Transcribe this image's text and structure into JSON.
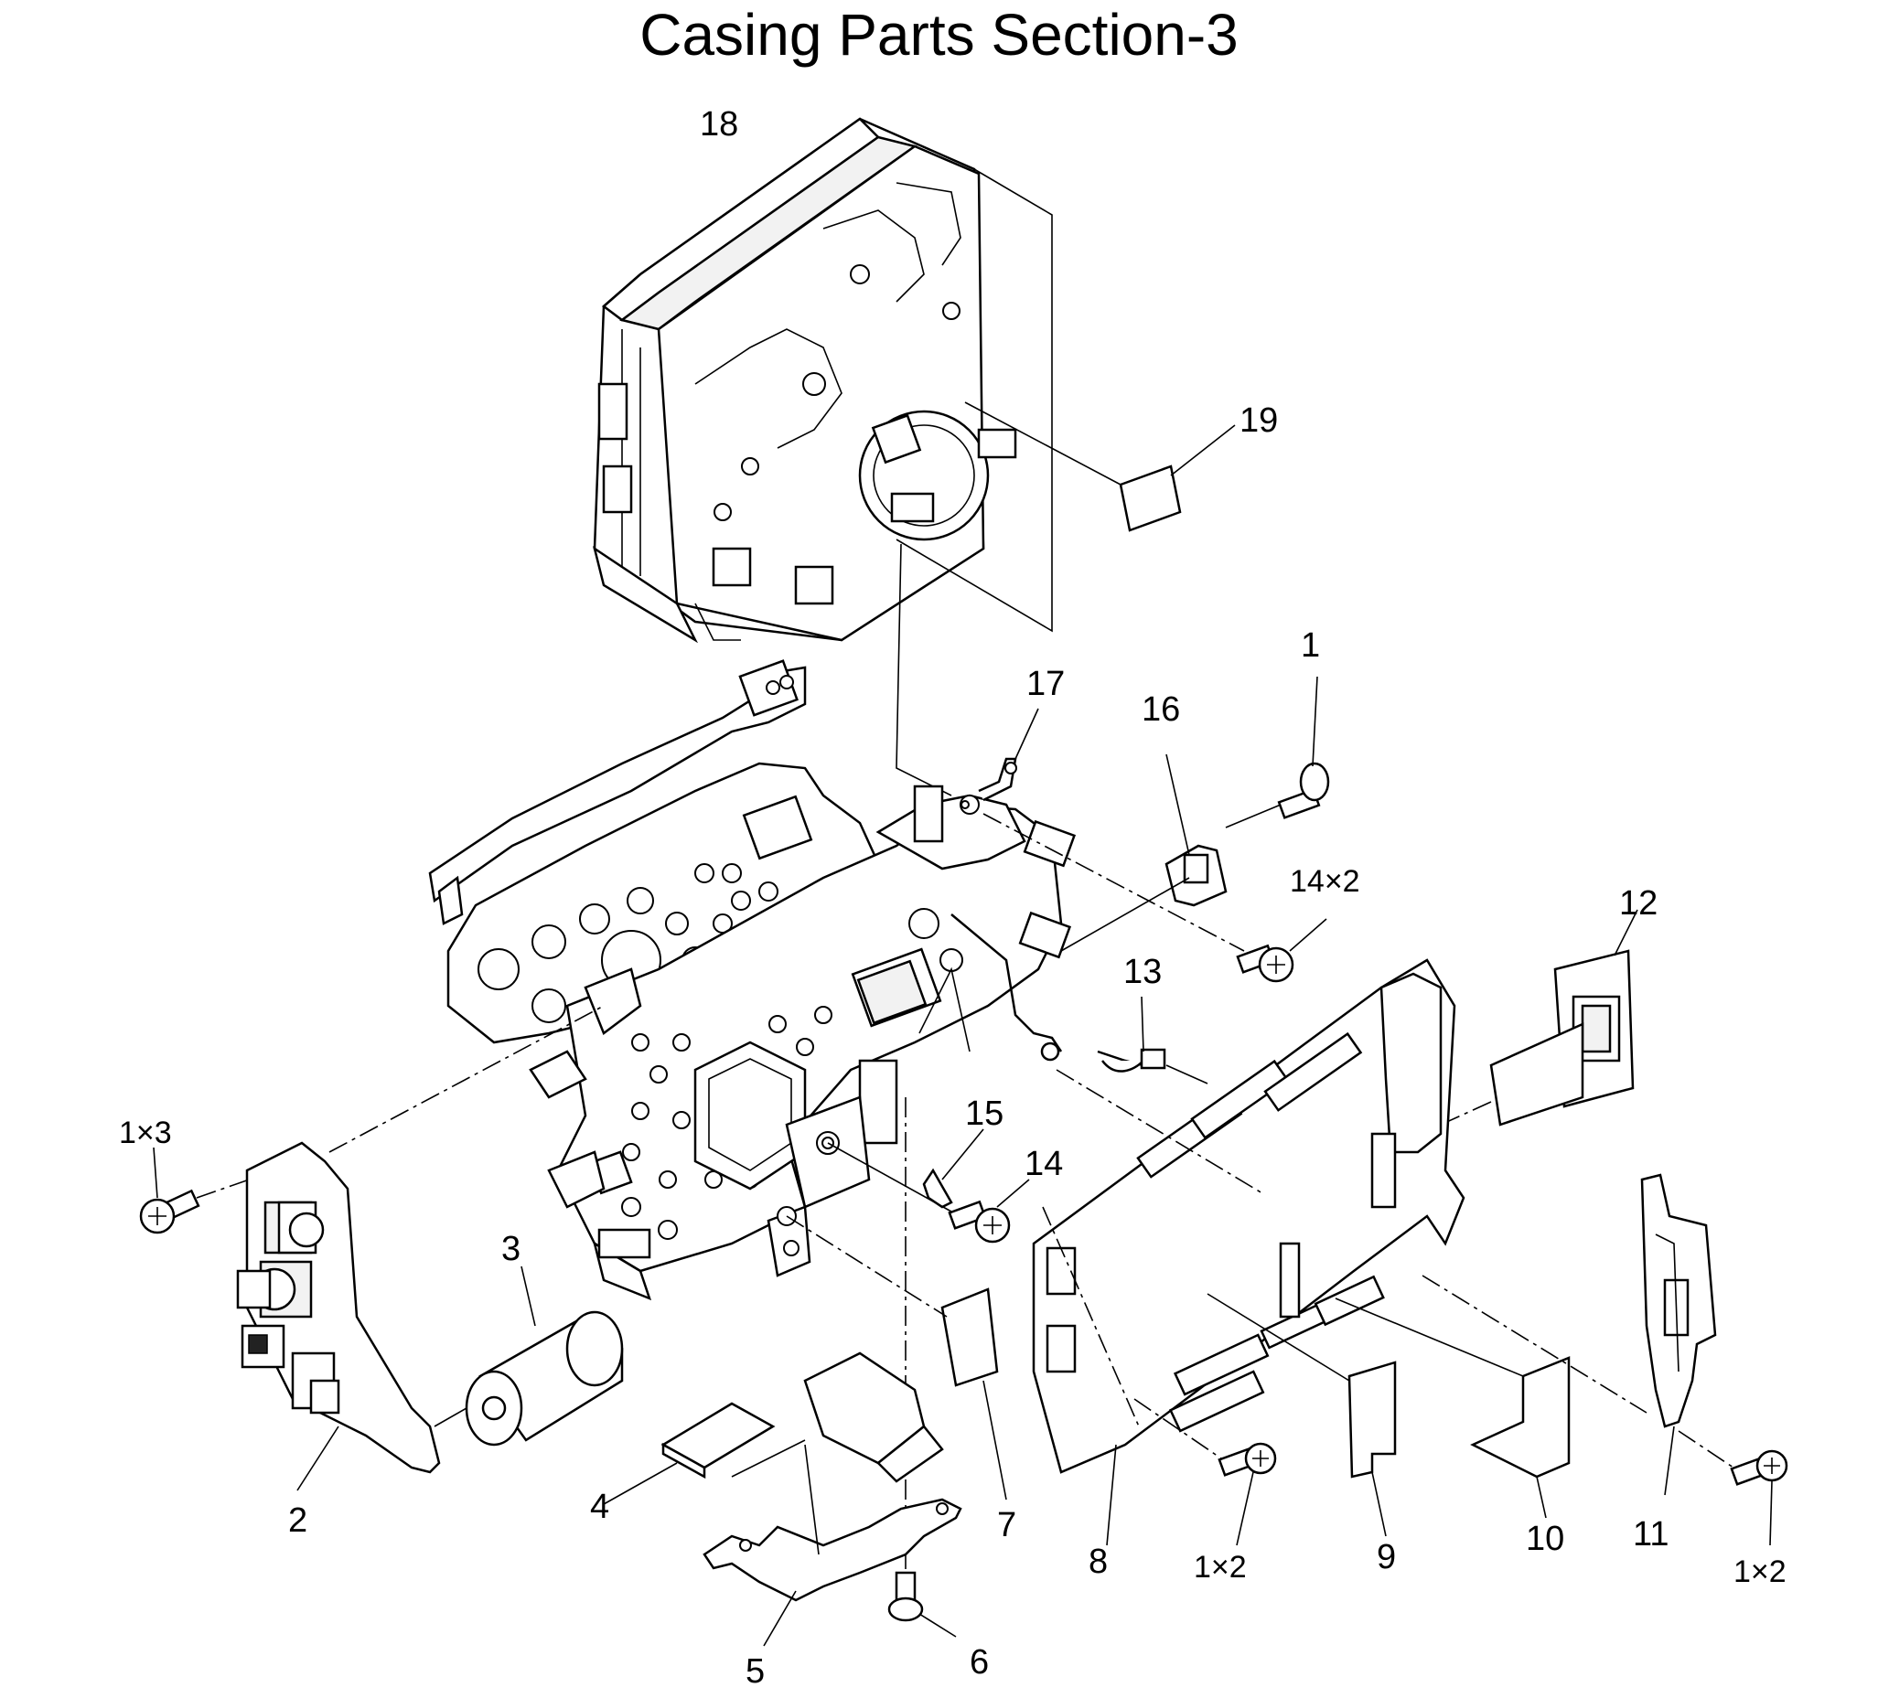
{
  "title": "Casing Parts Section-3",
  "callouts": [
    {
      "id": "c18",
      "text": "18"
    },
    {
      "id": "c19",
      "text": "19"
    },
    {
      "id": "c17",
      "text": "17"
    },
    {
      "id": "c16",
      "text": "16"
    },
    {
      "id": "c1",
      "text": "1"
    },
    {
      "id": "c14x2",
      "text": "14×2"
    },
    {
      "id": "c13",
      "text": "13"
    },
    {
      "id": "c12",
      "text": "12"
    },
    {
      "id": "c1x3",
      "text": "1×3"
    },
    {
      "id": "c15",
      "text": "15"
    },
    {
      "id": "c14",
      "text": "14"
    },
    {
      "id": "c3",
      "text": "3"
    },
    {
      "id": "c2",
      "text": "2"
    },
    {
      "id": "c4",
      "text": "4"
    },
    {
      "id": "c5",
      "text": "5"
    },
    {
      "id": "c6",
      "text": "6"
    },
    {
      "id": "c7",
      "text": "7"
    },
    {
      "id": "c8",
      "text": "8"
    },
    {
      "id": "c1x2a",
      "text": "1×2"
    },
    {
      "id": "c9",
      "text": "9"
    },
    {
      "id": "c10",
      "text": "10"
    },
    {
      "id": "c11",
      "text": "11"
    },
    {
      "id": "c1x2b",
      "text": "1×2"
    }
  ]
}
